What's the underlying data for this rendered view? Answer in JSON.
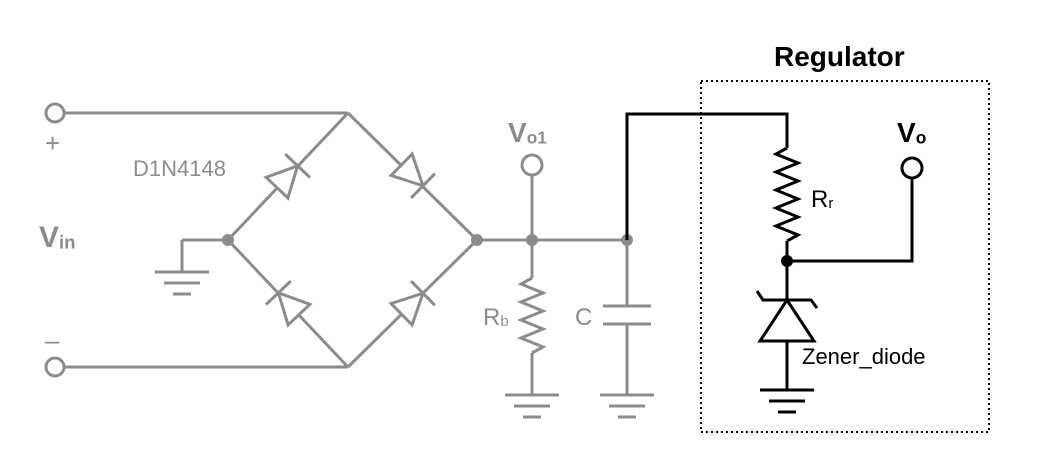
{
  "colors": {
    "gray_wire": "#8c8c8c",
    "black_wire": "#000000",
    "background": "#ffffff"
  },
  "labels": {
    "plus": "+",
    "minus": "–",
    "vin_main": "V",
    "vin_sub": "in",
    "diode_model": "D1N4148",
    "vo1_main": "V",
    "vo1_sub": "o1",
    "rb_main": "R",
    "rb_sub": "b",
    "c": "C",
    "regulator": "Regulator",
    "vo_main": "V",
    "vo_sub": "o",
    "rr_main": "R",
    "rr_sub": "r",
    "zener": "Zener_diode"
  }
}
